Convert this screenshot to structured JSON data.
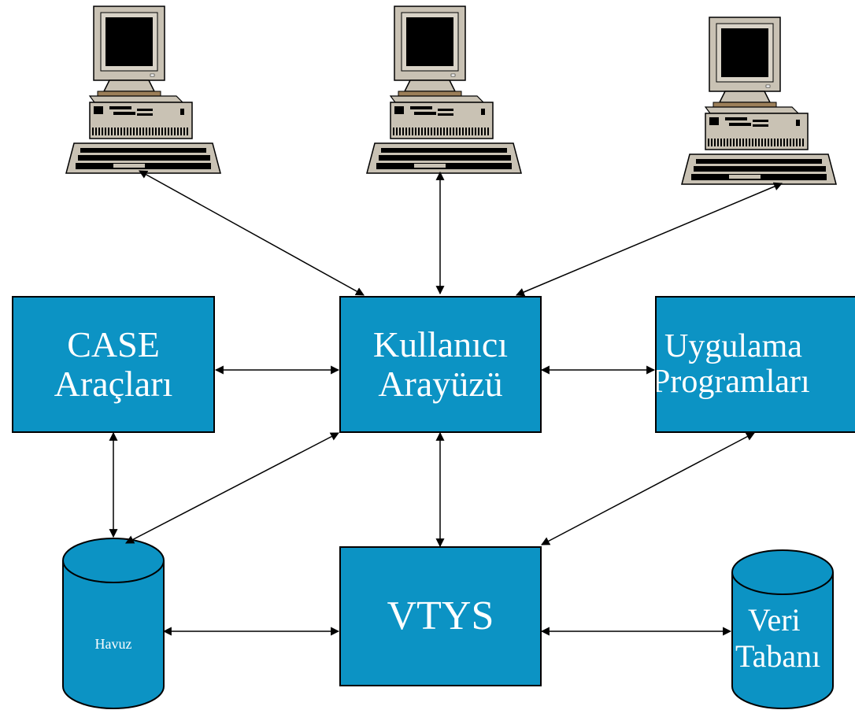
{
  "colors": {
    "box_fill": "#0c93c4",
    "outline": "#000000",
    "text": "#ffffff",
    "computer_body": "#c6bfb2",
    "screen": "#000000"
  },
  "icons": [
    "computer-icon",
    "computer-icon",
    "computer-icon"
  ],
  "nodes": {
    "case": {
      "line1": "CASE",
      "line2": "Araçları"
    },
    "ui": {
      "line1": "Kullanıcı",
      "line2": "Arayüzü"
    },
    "apps": {
      "line1": "Uygulama",
      "line2": "Programları"
    },
    "vtys": {
      "label": "VTYS"
    },
    "havuz": {
      "label": "Havuz"
    },
    "veritabani": {
      "line1": "Veri",
      "line2": "Tabanı"
    }
  }
}
